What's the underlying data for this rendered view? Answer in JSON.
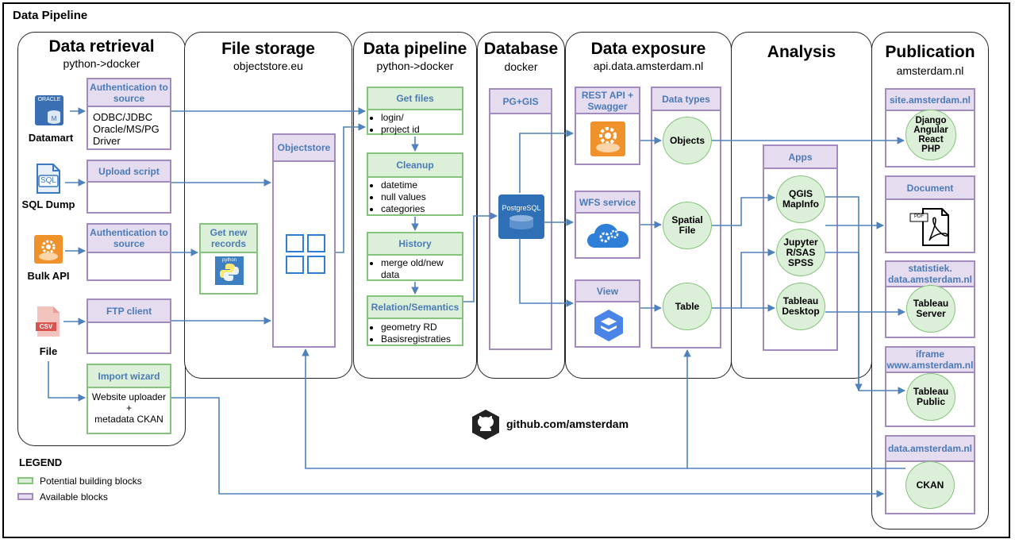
{
  "title": "Data Pipeline",
  "columns": {
    "retrieval": {
      "title": "Data retrieval",
      "subtitle": "python->docker"
    },
    "storage": {
      "title": "File storage",
      "subtitle": "objectstore.eu"
    },
    "pipeline": {
      "title": "Data pipeline",
      "subtitle": "python->docker"
    },
    "database": {
      "title": "Database",
      "subtitle": "docker"
    },
    "exposure": {
      "title": "Data exposure",
      "subtitle": "api.data.amsterdam.nl"
    },
    "analysis": {
      "title": "Analysis",
      "subtitle": ""
    },
    "publication": {
      "title": "Publication",
      "subtitle": "amsterdam.nl"
    }
  },
  "sources": {
    "datamart": "Datamart",
    "oracle": "ORACLE",
    "sqldump": "SQL Dump",
    "sql": "SQL",
    "bulkapi": "Bulk API",
    "file": "File",
    "csv": "CSV"
  },
  "retrieval_boxes": {
    "auth1": {
      "header": "Authentication to source",
      "body": [
        "ODBC/JDBC",
        "Oracle/MS/PG",
        "Driver"
      ]
    },
    "upload": {
      "header": "Upload script"
    },
    "auth2": {
      "header": "Authentication to source"
    },
    "ftp": {
      "header": "FTP client"
    },
    "wizard": {
      "header": "Import wizard",
      "body": [
        "Website uploader",
        "+",
        "metadata CKAN"
      ]
    }
  },
  "storage_boxes": {
    "getnew": {
      "header": "Get new records",
      "icon_text": "python"
    },
    "objectstore": {
      "header": "Objectstore"
    }
  },
  "pipeline_boxes": {
    "getfiles": {
      "header": "Get files",
      "items": [
        "login/",
        "project id"
      ]
    },
    "cleanup": {
      "header": "Cleanup",
      "items": [
        "datetime",
        "null values",
        "categories"
      ]
    },
    "history": {
      "header": "History",
      "items": [
        "merge old/new data"
      ]
    },
    "relation": {
      "header": "Relation/Semantics",
      "items": [
        "geometry RD",
        "Basisregistraties"
      ]
    }
  },
  "database_box": {
    "header": "PG+GIS",
    "db": "PostgreSQL"
  },
  "exposure_boxes": {
    "rest": {
      "header": "REST API + Swagger"
    },
    "wfs": {
      "header": "WFS service"
    },
    "view": {
      "header": "View"
    },
    "types": {
      "header": "Data types",
      "items": [
        "Objects",
        "Spatial File",
        "Table"
      ]
    }
  },
  "analysis_box": {
    "header": "Apps",
    "items": [
      "QGIS MapInfo",
      "Jupyter R/SAS SPSS",
      "Tableau Desktop"
    ]
  },
  "publication_boxes": {
    "site": {
      "header": "site.amsterdam.nl",
      "circle": [
        "Django",
        "Angular",
        "React",
        "PHP"
      ]
    },
    "document": {
      "header": "Document",
      "icon_text": "PDF"
    },
    "stat": {
      "header": "statistiek. data.amsterdam.nl",
      "circle": "Tableau Server"
    },
    "iframe": {
      "header": "iframe www.amsterdam.nl",
      "circle": "Tableau Public"
    },
    "data": {
      "header": "data.amsterdam.nl",
      "circle": "CKAN"
    }
  },
  "github": "github.com/amsterdam",
  "legend": {
    "title": "LEGEND",
    "items": [
      {
        "label": "Potential building blocks",
        "color": "#dcefd8",
        "border": "#86c47d"
      },
      {
        "label": "Available blocks",
        "color": "#e6dcef",
        "border": "#a48bbd"
      }
    ]
  },
  "colors": {
    "arrow": "#4f81bd",
    "purple": "#a48bbd",
    "green": "#86c47d",
    "header_text": "#4a7ab8"
  }
}
